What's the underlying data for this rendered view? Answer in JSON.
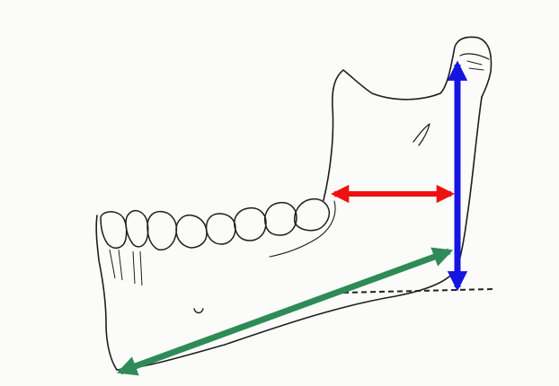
{
  "figure": {
    "subject": "mandible-line-drawing",
    "measurements": [
      {
        "id": "ramus-height",
        "color": "#1515e0",
        "arrowheads": "both"
      },
      {
        "id": "ramus-width",
        "color": "#ee1111",
        "arrowheads": "both"
      },
      {
        "id": "mandibular-body-length",
        "color": "#2e8b57",
        "arrowheads": "both"
      }
    ],
    "reference_line": {
      "style": "dashed",
      "color": "#222222"
    }
  }
}
